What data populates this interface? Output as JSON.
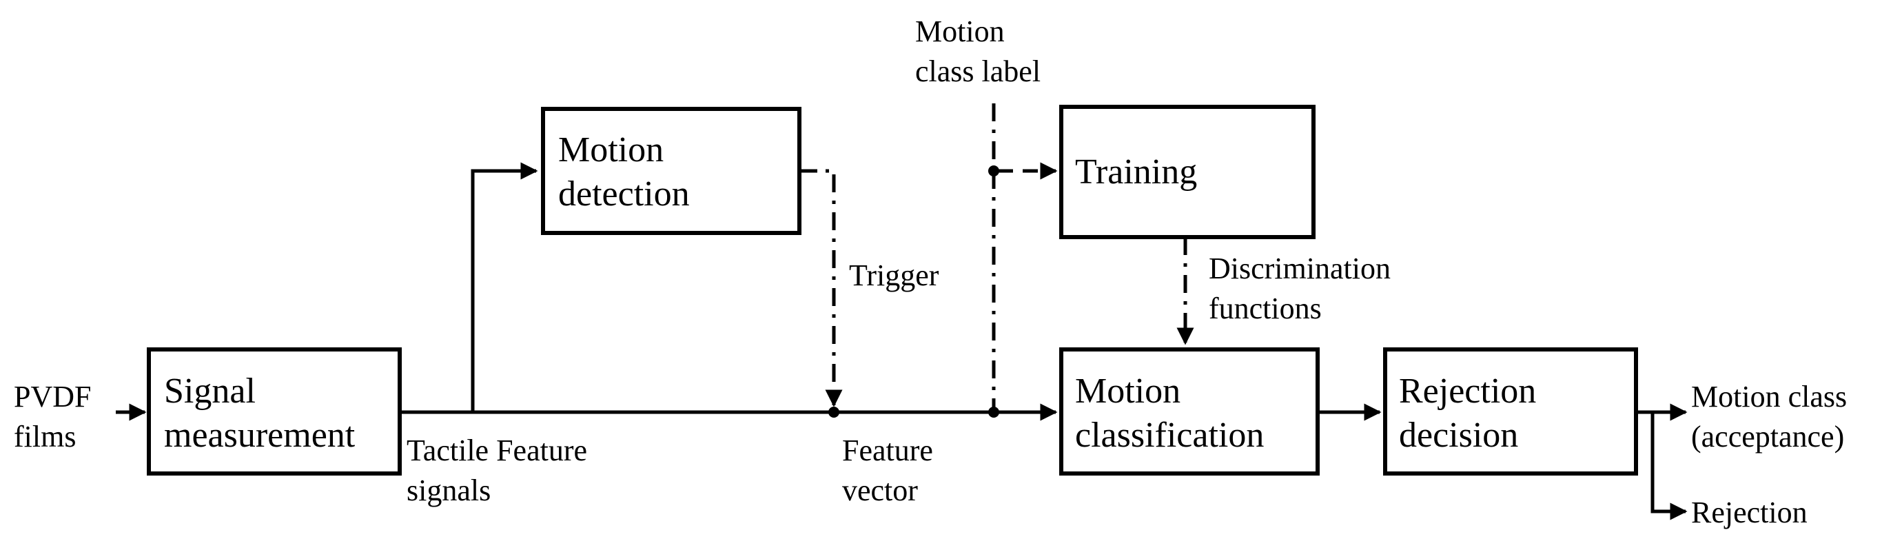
{
  "boxes": {
    "signal_measurement": [
      "Signal",
      "measurement"
    ],
    "motion_detection": [
      "Motion",
      "detection"
    ],
    "training": [
      "Training"
    ],
    "motion_classification": [
      "Motion",
      "classification"
    ],
    "rejection_decision": [
      "Rejection",
      "decision"
    ]
  },
  "labels": {
    "pvdf_films": [
      "PVDF",
      "films"
    ],
    "tactile_signals": [
      "Tactile Feature",
      "signals"
    ],
    "trigger": [
      "Trigger"
    ],
    "feature_vector": [
      "Feature",
      "vector"
    ],
    "motion_class_label": [
      "Motion",
      "class label"
    ],
    "discrimination_functions": [
      "Discrimination",
      "functions"
    ],
    "motion_class_acceptance": [
      "Motion class",
      "(acceptance)"
    ],
    "rejection": [
      "Rejection"
    ]
  },
  "colors": {
    "stroke": "#000000",
    "background": "#ffffff"
  }
}
